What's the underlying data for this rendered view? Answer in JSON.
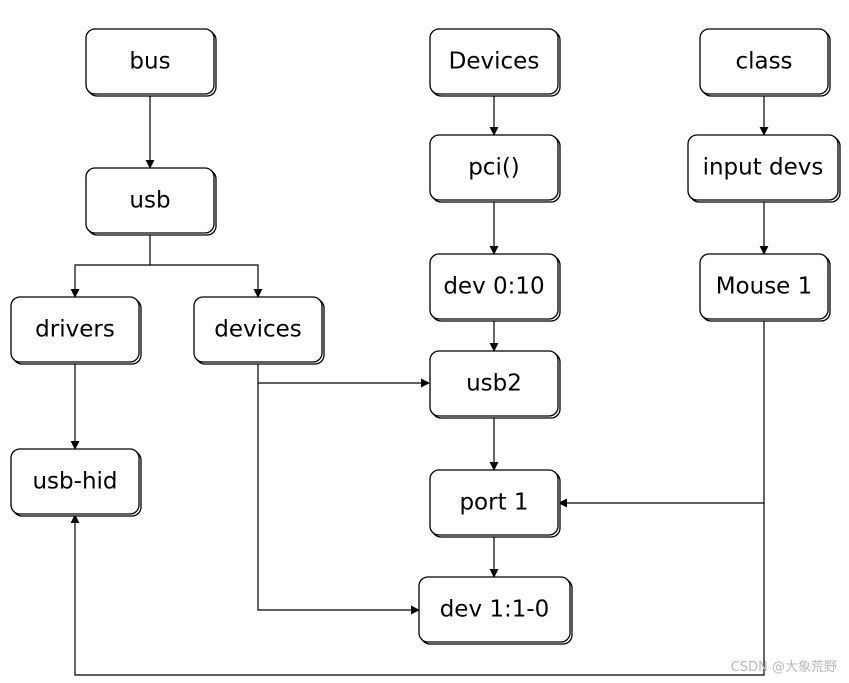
{
  "nodes": {
    "bus": "bus",
    "usb": "usb",
    "drivers": "drivers",
    "devices_lower": "devices",
    "usb_hid": "usb-hid",
    "devices_root": "Devices",
    "pci": "pci()",
    "dev_0_10": "dev 0:10",
    "usb2": "usb2",
    "port_1": "port 1",
    "dev_1_1_0": "dev 1:1-0",
    "class": "class",
    "input_devs": "input devs",
    "mouse_1": "Mouse 1"
  },
  "watermark": "CSDN @大象荒野"
}
